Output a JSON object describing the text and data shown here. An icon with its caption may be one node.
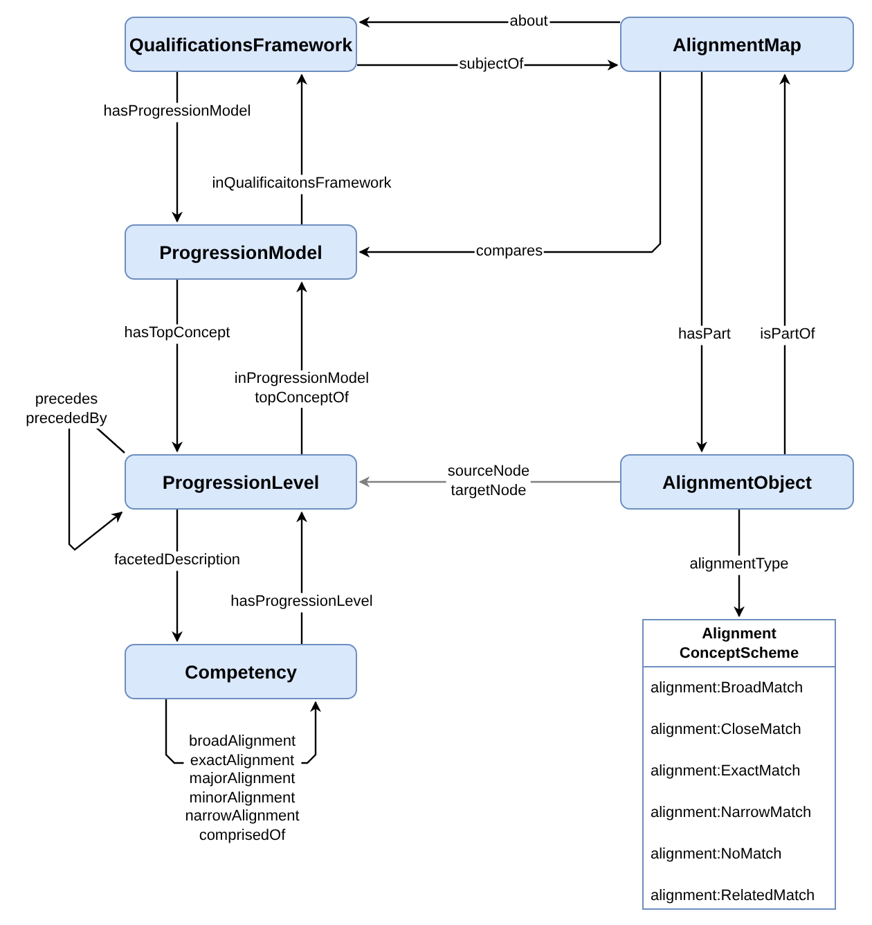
{
  "diagram": {
    "nodes": [
      {
        "text": [
          "QualificationsFramework"
        ]
      },
      {
        "text": [
          "AlignmentMap"
        ]
      },
      {
        "text": [
          "ProgressionModel"
        ]
      },
      {
        "text": [
          "ProgressionLevel"
        ]
      },
      {
        "text": [
          "AlignmentObject"
        ]
      },
      {
        "text": [
          "Competency"
        ]
      },
      {
        "text": [
          "Alignment ConceptScheme",
          "alignment:BroadMatch",
          "alignment:CloseMatch",
          "alignment:ExactMatch",
          "alignment:NarrowMatch",
          "alignment:NoMatch",
          "alignment:RelatedMatch"
        ]
      }
    ],
    "edges": [
      {
        "from": 1,
        "to": 0,
        "arrow": "to",
        "label": "about"
      },
      {
        "from": 0,
        "to": 1,
        "arrow": "to",
        "label": "subjectOf"
      },
      {
        "from": 0,
        "to": 2,
        "arrow": "to",
        "label": "hasProgressionModel"
      },
      {
        "from": 2,
        "to": 0,
        "arrow": "to",
        "label": "inQualificaitonsFramework"
      },
      {
        "from": 1,
        "to": 2,
        "arrow": "to",
        "label": "compares"
      },
      {
        "from": 1,
        "to": 4,
        "arrow": "to",
        "label": "hasPart"
      },
      {
        "from": 4,
        "to": 1,
        "arrow": "to",
        "label": "isPartOf"
      },
      {
        "from": 2,
        "to": 3,
        "arrow": "to",
        "label": "hasTopConcept"
      },
      {
        "from": 3,
        "to": 2,
        "arrow": "to",
        "label": "inProgressionModel topConceptOf"
      },
      {
        "from": 3,
        "to": 3,
        "arrow": "to",
        "label": "precedes precededBy"
      },
      {
        "from": 4,
        "to": 3,
        "arrow": "to",
        "label": "sourceNode targetNode",
        "color": "#808080"
      },
      {
        "from": 3,
        "to": 5,
        "arrow": "to",
        "label": "facetedDescription"
      },
      {
        "from": 5,
        "to": 3,
        "arrow": "to",
        "label": "hasProgressionLevel"
      },
      {
        "from": 5,
        "to": 5,
        "arrow": "to",
        "label": "broadAlignment exactAlignment majorAlignment minorAlignment narrowAlignment comprisedOf"
      },
      {
        "from": 4,
        "to": 6,
        "arrow": "to",
        "label": "alignmentType"
      }
    ]
  }
}
